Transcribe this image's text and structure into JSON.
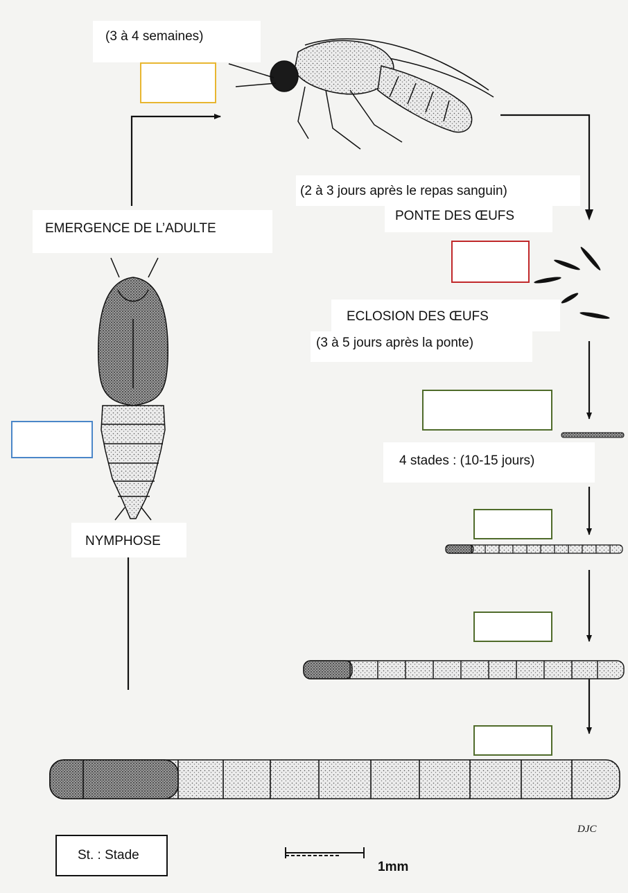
{
  "labels": {
    "adult_duration": "(3 à 4 semaines)",
    "ponte_timing": "(2 à 3 jours après le  repas sanguin)",
    "ponte": "PONTE DES ŒUFS",
    "emergence": "EMERGENCE DE L’ADULTE",
    "eclosion": "ECLOSION DES ŒUFS",
    "eclosion_timing": "(3 à 5 jours après la ponte)",
    "larval_stages": "4 stades : (10-15 jours)",
    "nymphose": "NYMPHOSE",
    "legend": "St. : Stade",
    "scale": "1mm",
    "signature": "DJC"
  },
  "answer_boxes": {
    "adult": "",
    "eggs": "",
    "pupa": "",
    "larva_1": "",
    "larva_2": "",
    "larva_3": "",
    "larva_4": ""
  },
  "colors": {
    "adult_box": "#e8b630",
    "eggs_box": "#c0282a",
    "pupa_box": "#4a86c8",
    "larva_box": "#4f6b2a",
    "ink": "#111111",
    "paper": "#f4f4f2"
  }
}
